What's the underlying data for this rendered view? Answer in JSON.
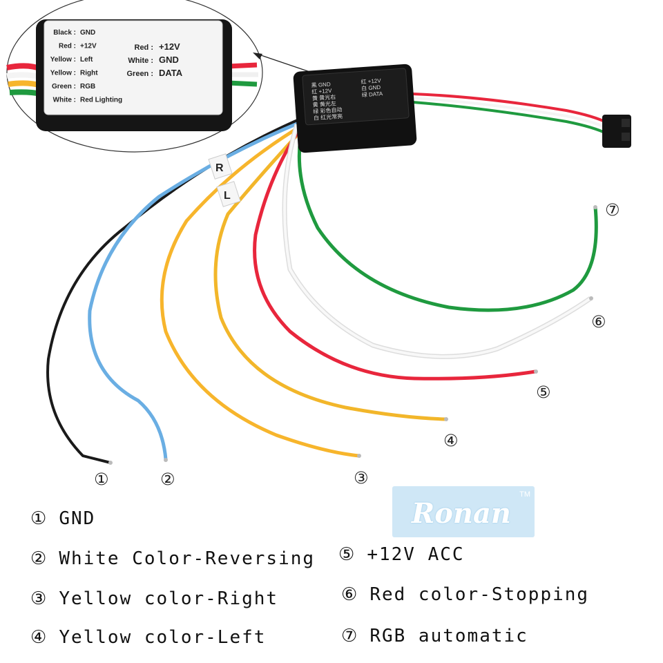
{
  "inset_label": {
    "left": [
      {
        "color": "Black",
        "func": "GND"
      },
      {
        "color": "Red",
        "func": "+12V"
      },
      {
        "color": "Yellow",
        "func": "Left"
      },
      {
        "color": "Yellow",
        "func": "Right"
      },
      {
        "color": "Green",
        "func": "RGB"
      },
      {
        "color": "White",
        "func": "Red Lighting"
      }
    ],
    "right": [
      {
        "color": "Red",
        "func": "+12V"
      },
      {
        "color": "White",
        "func": "GND"
      },
      {
        "color": "Green",
        "func": "DATA"
      }
    ]
  },
  "box_label": {
    "left": [
      "黑 GND",
      "红 +12V",
      "黄 黄光右",
      "黄 黄光左",
      "绿 彩色自动",
      "白 红光常亮"
    ],
    "right": [
      "红 +12V",
      "白 GND",
      "绿 DATA"
    ]
  },
  "tags": {
    "r": "R",
    "l": "L"
  },
  "wires": [
    {
      "num": "①",
      "color": "#1a1a1a"
    },
    {
      "num": "②",
      "color": "#6aaee3"
    },
    {
      "num": "③",
      "color": "#f7b52c"
    },
    {
      "num": "④",
      "color": "#f2b62a"
    },
    {
      "num": "⑤",
      "color": "#e8263c"
    },
    {
      "num": "⑥",
      "color": "#f4f4f4"
    },
    {
      "num": "⑦",
      "color": "#1f9a3f"
    }
  ],
  "legend": [
    {
      "sym": "①",
      "text": "GND"
    },
    {
      "sym": "②",
      "text": "White Color-Reversing"
    },
    {
      "sym": "③",
      "text": "Yellow color-Right"
    },
    {
      "sym": "④",
      "text": "Yellow color-Left"
    },
    {
      "sym": "⑤",
      "text": "+12V ACC"
    },
    {
      "sym": "⑥",
      "text": "Red color-Stopping"
    },
    {
      "sym": "⑦",
      "text": "RGB automatic"
    }
  ],
  "logo": {
    "word": "Ronan",
    "tm": "TM"
  }
}
